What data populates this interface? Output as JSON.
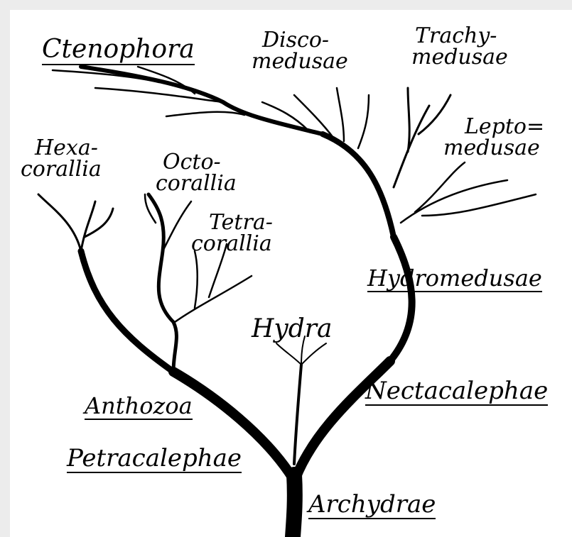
{
  "tree": {
    "labels": {
      "ctenophora": "Ctenophora",
      "disco_1": "Disco-",
      "disco_2": "medusae",
      "trachy_1": "Trachy-",
      "trachy_2": "medusae",
      "lepto_1": "Lepto=",
      "lepto_2": "medusae",
      "hexa_1": "Hexa-",
      "hexa_2": "corallia",
      "octo_1": "Octo-",
      "octo_2": "corallia",
      "tetra_1": "Tetra-",
      "tetra_2": "corallia",
      "hydromedusae": "Hydromedusae",
      "hydra": "Hydra",
      "nectacalephae": "Nectacalephae",
      "anthozoa": "Anthozoa",
      "petracalephae": "Petracalephae",
      "archydrae": "Archydrae"
    }
  }
}
